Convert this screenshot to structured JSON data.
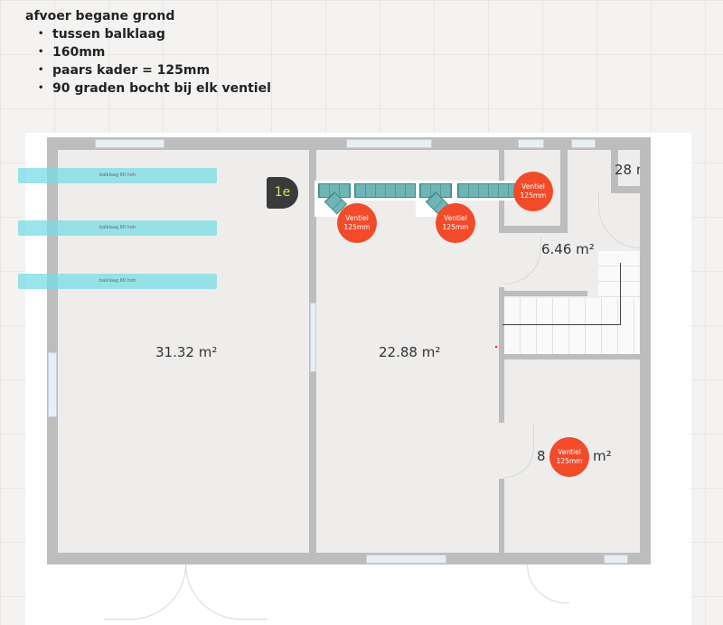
{
  "note": {
    "title": "afvoer begane grond",
    "items": [
      "tussen balklaag",
      "160mm",
      "paars kader = 125mm",
      "90 graden bocht bij elk ventiel"
    ]
  },
  "beams": [
    "balklaag 60 hoh",
    "balklaag 60 hoh",
    "balklaag 60 hoh"
  ],
  "floor_badge": "1e",
  "rooms": {
    "living": "31.32 m²",
    "middle": "22.88 m²",
    "hall": "6.46 m²",
    "small": "28 m",
    "bottom_left": "8",
    "bottom_right": "m²"
  },
  "vent": {
    "line1": "Ventiel",
    "line2": "125mm"
  },
  "colors": {
    "vent": "#f24b2a",
    "beam": "#78dce4",
    "duct": "#5aa3a3",
    "wall": "#bdbdbd",
    "badge": "#3a3a3a",
    "badge_text": "#d4e157"
  }
}
